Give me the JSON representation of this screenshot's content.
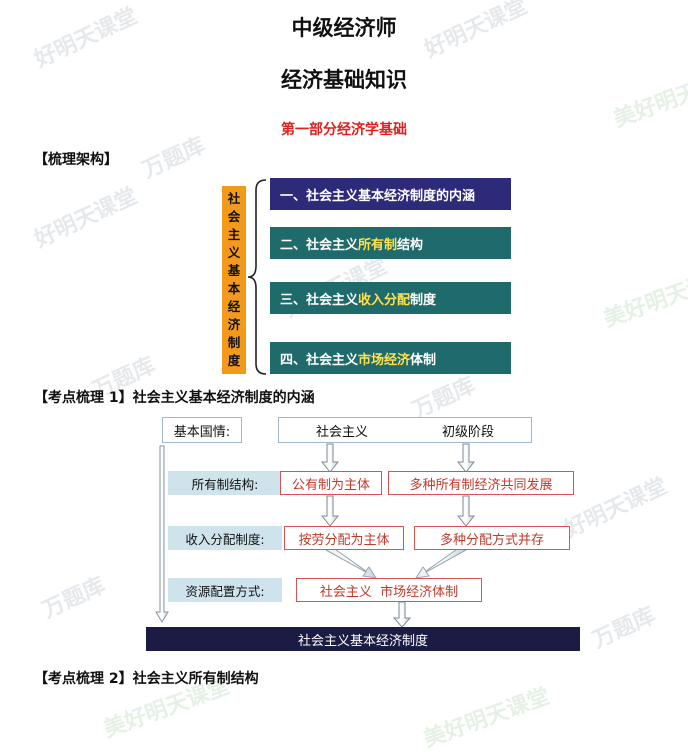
{
  "title": "中级经济师",
  "subtitle": "经济基础知识",
  "part": "第一部分经济学基础",
  "section1": "【梳理架构】",
  "framework": {
    "vertical_label": [
      "社",
      "会",
      "主",
      "义",
      "基",
      "本",
      "经",
      "济",
      "制",
      "度"
    ],
    "items": [
      {
        "pre": "一、社会主义基本经济制度的内涵",
        "hl": "",
        "post": ""
      },
      {
        "pre": "二、社会主义",
        "hl": "所有制",
        "post": "结构"
      },
      {
        "pre": "三、社会主义",
        "hl": "收入分配",
        "post": "制度"
      },
      {
        "pre": "四、社会主义",
        "hl": "市场经济",
        "post": "体制"
      }
    ]
  },
  "section2": "【考点梳理 1】社会主义基本经济制度的内涵",
  "flow": {
    "basic_label": "基本国情:",
    "socialism": "社会主义",
    "primary_stage": "初级阶段",
    "ownership_label": "所有制结构:",
    "public_main": "公有制为主体",
    "multi_ownership": "多种所有制经济共同发展",
    "income_label": "收入分配制度:",
    "labor_main": "按劳分配为主体",
    "multi_distribution": "多种分配方式并存",
    "resource_label": "资源配置方式:",
    "market_system": "社会主义  市场经济体制",
    "bottom": "社会主义基本经济制度"
  },
  "section3": "【考点梳理 2】社会主义所有制结构",
  "watermarks": {
    "a": "好明天课堂",
    "b": "万题库",
    "c": "美好明天课堂"
  }
}
